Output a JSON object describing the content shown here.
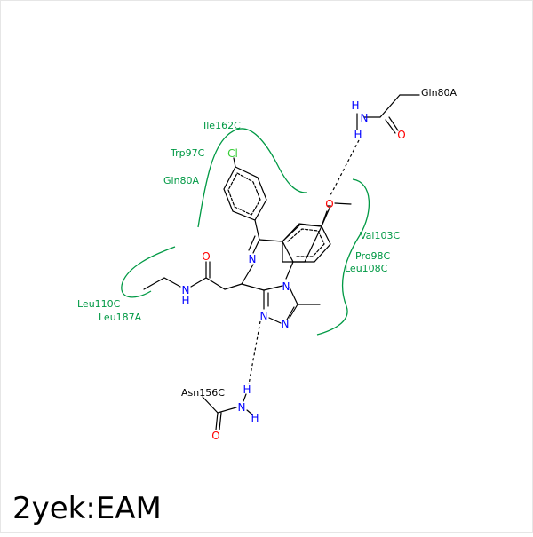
{
  "title": "2yek:EAM",
  "colors": {
    "bond": "#000000",
    "nitrogen": "#0000FF",
    "oxygen": "#FF0000",
    "chlorine": "#33CC33",
    "hydrophobic": "#009944",
    "residue_text": "#000000",
    "frame": "#e6e6e6"
  },
  "atoms": {
    "cl": "Cl",
    "n_ring_azepine": "N",
    "n_triazole_1": "N",
    "n_triazole_2": "N",
    "n_triazole_3": "N",
    "n_amide": "N",
    "h_amide": "H",
    "o_amide": "O",
    "o_methoxy": "O",
    "n_gln": "N",
    "h_gln": "H",
    "o_gln": "O",
    "n_asn": "N",
    "h_asn_top": "H",
    "h_asn_bottom": "H",
    "o_asn": "O"
  },
  "residues": {
    "gln80a_polar": "Gln80A",
    "asn156c": "Asn156C",
    "ile162c": "Ile162C",
    "trp97c": "Trp97C",
    "gln80a_hydrophobic": "Gln80A",
    "val103c": "Val103C",
    "pro98c": "Pro98C",
    "leu108c": "Leu108C",
    "leu110c": "Leu110C",
    "leu187a": "Leu187A"
  }
}
